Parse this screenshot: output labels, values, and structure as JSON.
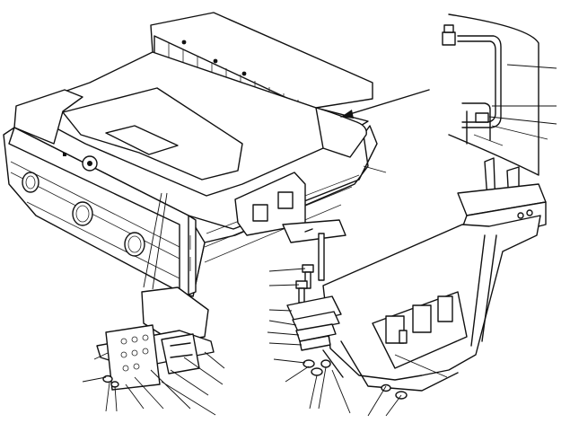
{
  "figure": {
    "kind": "exploded-assembly-drawing",
    "callout_labels": [],
    "views": [
      {
        "id": "main-assembly",
        "description_icon": "frame-assembly-icon"
      },
      {
        "id": "pipe-detail",
        "description_icon": "pipe-fitting-icon"
      },
      {
        "id": "bracket-detail",
        "description_icon": "support-bracket-icon"
      },
      {
        "id": "fastener-stack",
        "description_icon": "bolt-washer-nut-icon"
      },
      {
        "id": "small-bracket",
        "description_icon": "mount-plate-icon"
      }
    ],
    "line_color": "#111111",
    "background": "#ffffff"
  }
}
